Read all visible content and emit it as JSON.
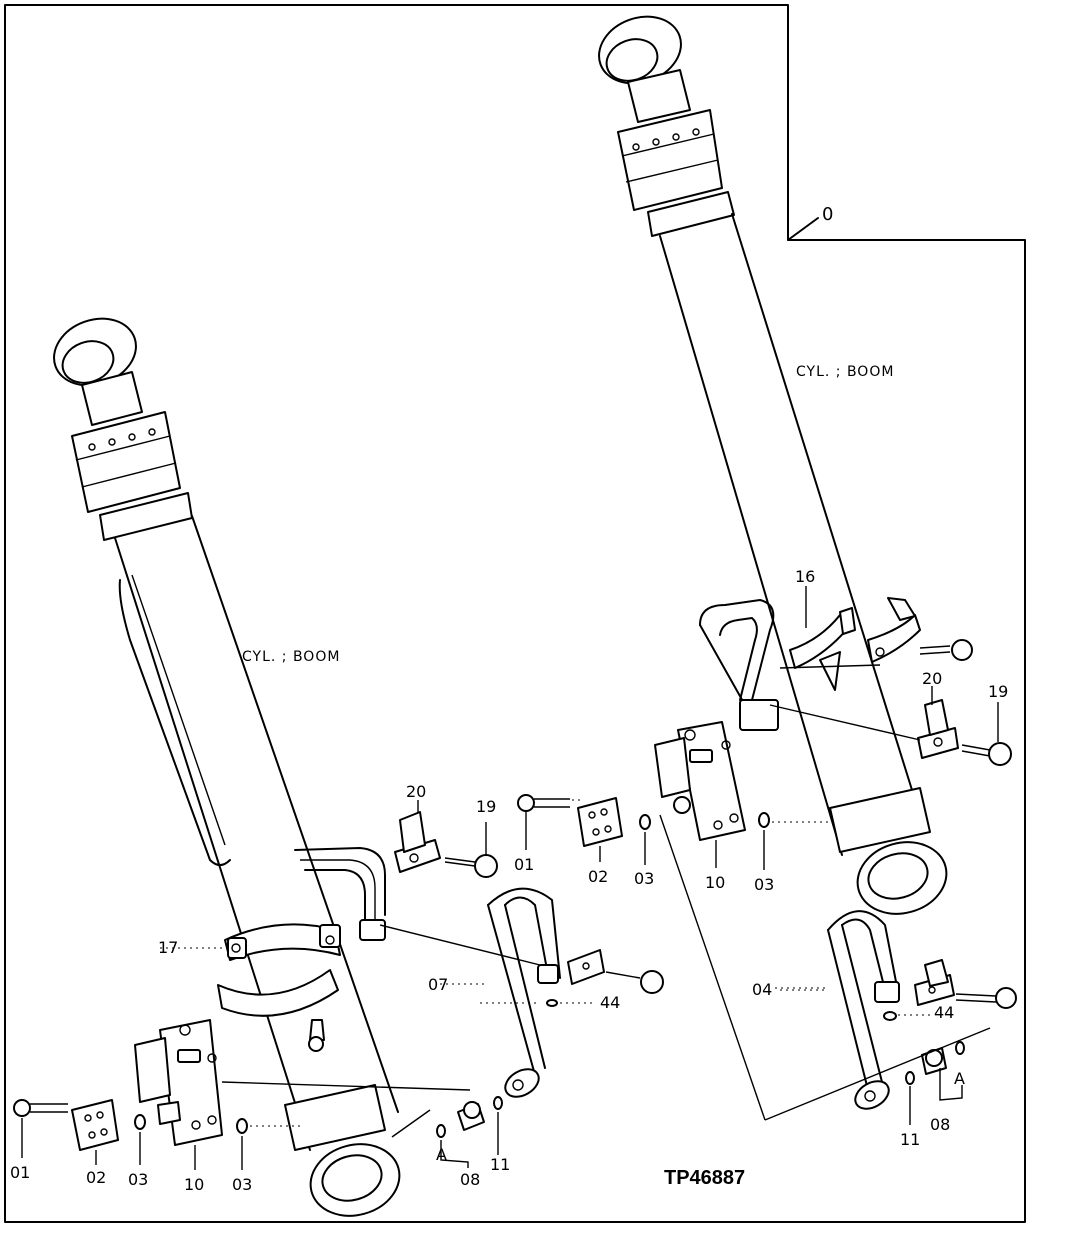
{
  "diagram": {
    "variant_marker": "0",
    "figure_code": "TP46887",
    "captions": {
      "left_cylinder": "CYL. ; BOOM",
      "right_cylinder": "CYL. ; BOOM"
    },
    "callouts_left": {
      "c01": "01",
      "c02": "02",
      "c03a": "03",
      "c10": "10",
      "c03b": "03",
      "cA": "A",
      "c08": "08",
      "c11": "11",
      "c17": "17",
      "c07": "07",
      "c44": "44",
      "c20": "20",
      "c19": "19"
    },
    "callouts_right": {
      "c01": "01",
      "c02": "02",
      "c03a": "03",
      "c10": "10",
      "c03b": "03",
      "c16": "16",
      "c20": "20",
      "c19": "19",
      "c04": "04",
      "c44": "44",
      "cA": "A",
      "c08": "08",
      "c11": "11"
    }
  }
}
